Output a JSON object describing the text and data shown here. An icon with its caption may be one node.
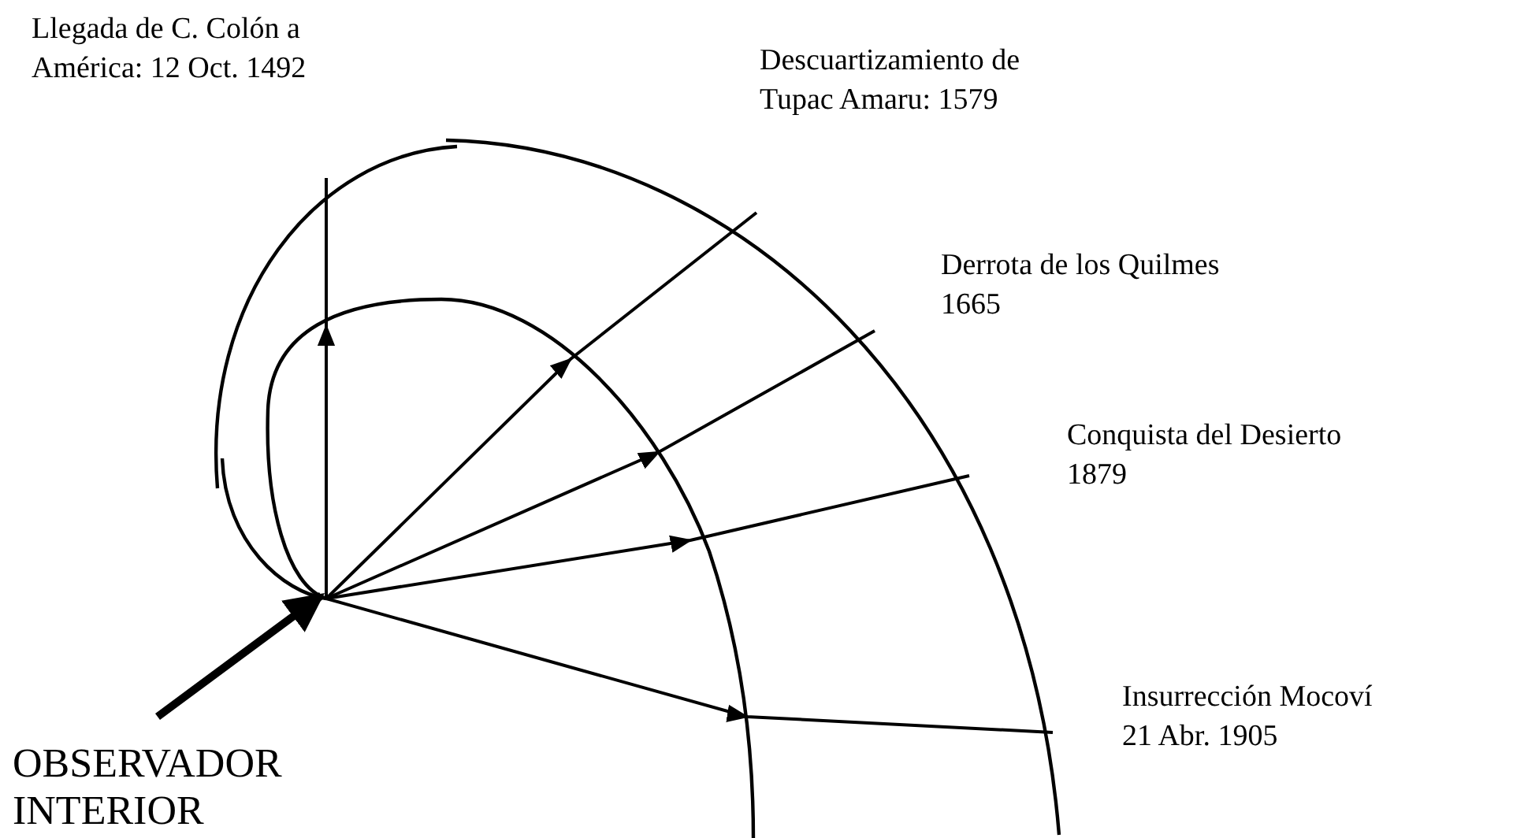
{
  "diagram": {
    "nodes": [
      {
        "text": [
          "Llegada de C. Colón a América: 12 Oct. 1492"
        ]
      },
      {
        "text": [
          "Descuartizamiento de Tupac Amaru: 1579"
        ]
      },
      {
        "text": [
          "Derrota de los Quilmes 1665"
        ]
      },
      {
        "text": [
          "Conquista del Desierto 1879"
        ]
      },
      {
        "text": [
          "Insurrección Mocoví 21 Abr. 1905"
        ]
      },
      {
        "text": [
          "OBSERVADOR INTERIOR"
        ]
      }
    ]
  }
}
